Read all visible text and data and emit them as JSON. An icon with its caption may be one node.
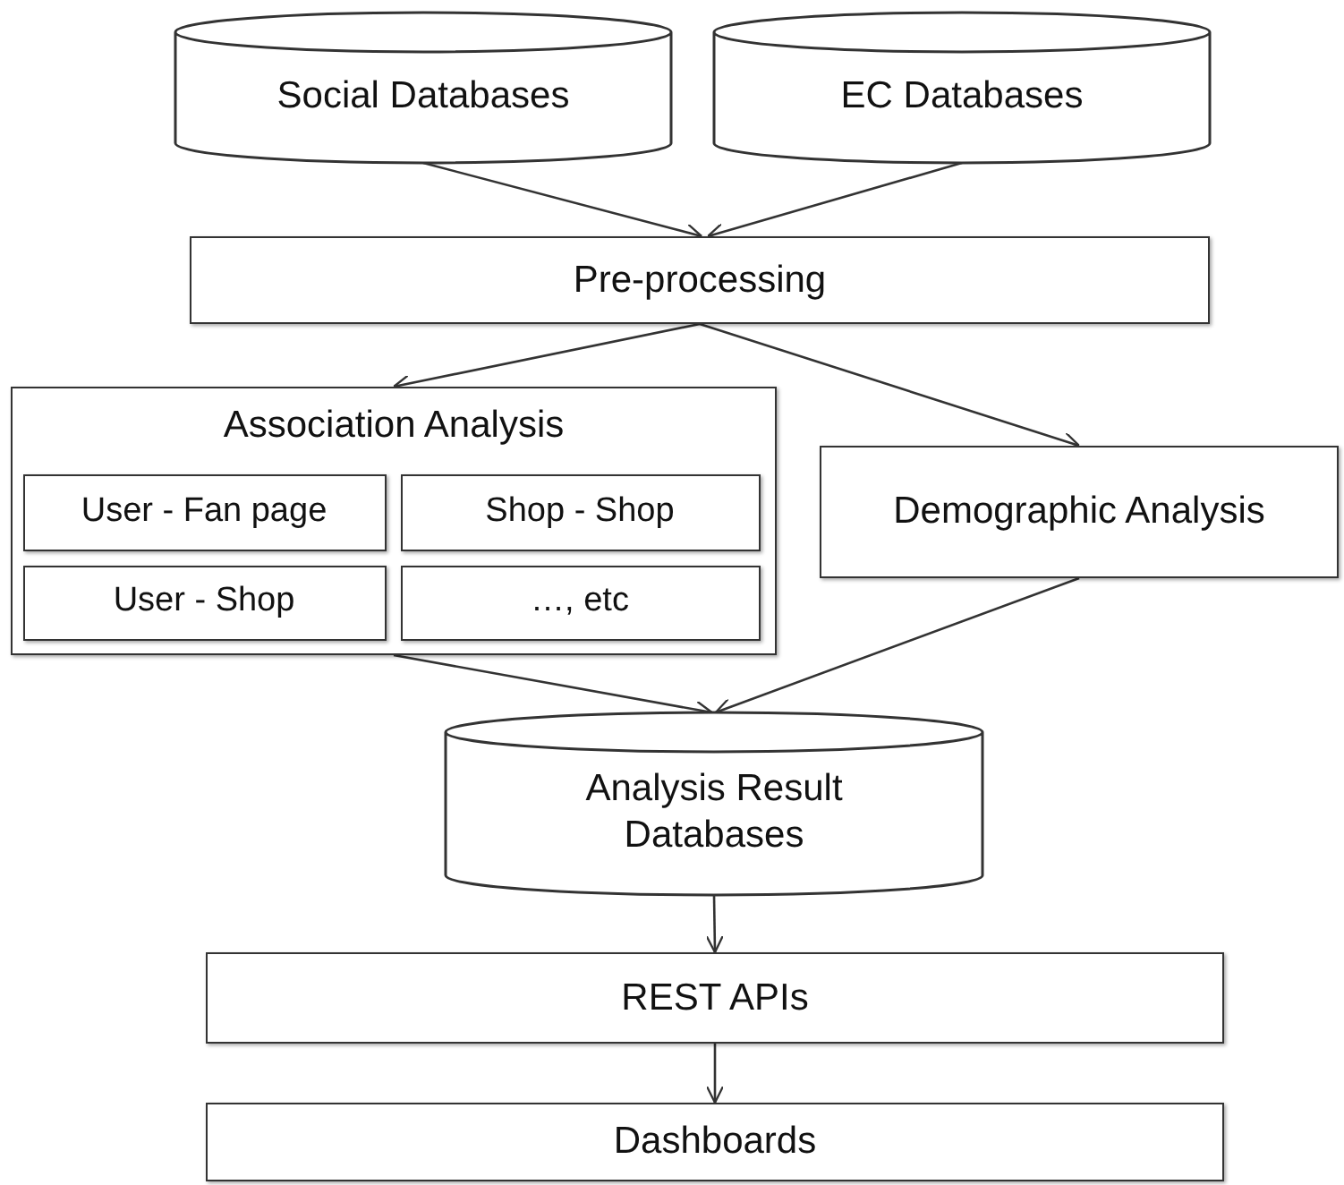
{
  "diagram": {
    "nodes": [
      {
        "text": [
          "Social Databases"
        ]
      },
      {
        "text": [
          "EC Databases"
        ]
      },
      {
        "text": [
          "Pre-processing"
        ]
      },
      {
        "text": [
          "Association Analysis"
        ]
      },
      {
        "text": [
          "User - Fan page"
        ],
        "in": 3
      },
      {
        "text": [
          "Shop - Shop"
        ],
        "in": 3
      },
      {
        "text": [
          "User - Shop"
        ],
        "in": 3
      },
      {
        "text": [
          "…, etc"
        ],
        "in": 3
      },
      {
        "text": [
          "Demographic Analysis"
        ]
      },
      {
        "text": [
          "Analysis Result Databases"
        ]
      },
      {
        "text": [
          "REST APIs"
        ]
      },
      {
        "text": [
          "Dashboards"
        ]
      }
    ],
    "edges": [
      {
        "from": 0,
        "to": 2,
        "arrow": "to"
      },
      {
        "from": 1,
        "to": 2,
        "arrow": "to"
      },
      {
        "from": 2,
        "to": 3,
        "arrow": "to"
      },
      {
        "from": 2,
        "to": 8,
        "arrow": "to"
      },
      {
        "from": 3,
        "to": 9,
        "arrow": "to"
      },
      {
        "from": 8,
        "to": 9,
        "arrow": "to"
      },
      {
        "from": 9,
        "to": 10,
        "arrow": "to"
      },
      {
        "from": 10,
        "to": 11,
        "arrow": "to"
      }
    ]
  }
}
